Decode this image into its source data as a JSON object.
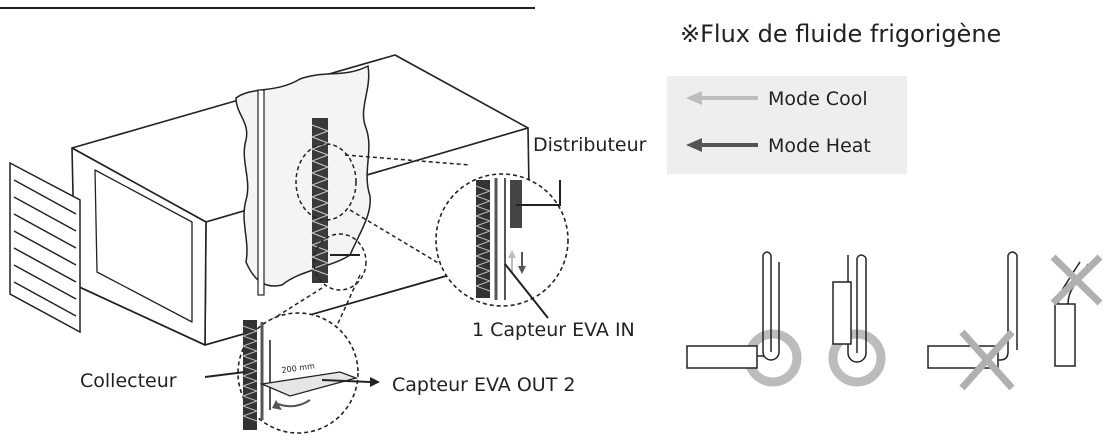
{
  "legend": {
    "title": "※Flux de fluide frigorigène",
    "cool_label": "Mode Cool",
    "heat_label": "Mode Heat",
    "cool_color": "#bdbdbd",
    "heat_color": "#555555",
    "box_color": "#eeeeee"
  },
  "labels": {
    "distributor": "Distributeur",
    "collector": "Collecteur",
    "eva_in": "1 Capteur EVA IN",
    "eva_out": "Capteur EVA OUT 2",
    "dimension": "200 mm"
  },
  "install_examples": {
    "correct_count": 2,
    "incorrect_count": 2,
    "incorrect_mark_color": "#b0b0b0",
    "ok_mark_color": "#bcbcbc"
  }
}
